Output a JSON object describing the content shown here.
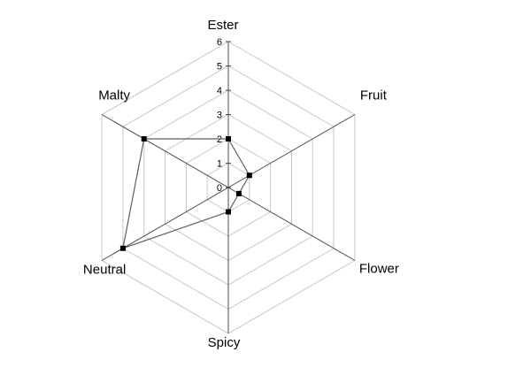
{
  "chart_data": {
    "type": "radar",
    "title": "",
    "categories": [
      "Ester",
      "Fruit",
      "Flower",
      "Spicy",
      "Neutral",
      "Malty"
    ],
    "values": [
      2,
      1,
      0.5,
      1,
      5,
      4
    ],
    "ticks": [
      "0",
      "1",
      "2",
      "3",
      "4",
      "5",
      "6"
    ],
    "axis_range": [
      0,
      6
    ],
    "grid": true,
    "legend": "none",
    "colors": {
      "background": "#ffffff",
      "ring": "#c6c6c6",
      "spoke": "#4d4d4d",
      "series": "#5f5f5f",
      "marker": "#000000",
      "label": "#000000"
    }
  }
}
